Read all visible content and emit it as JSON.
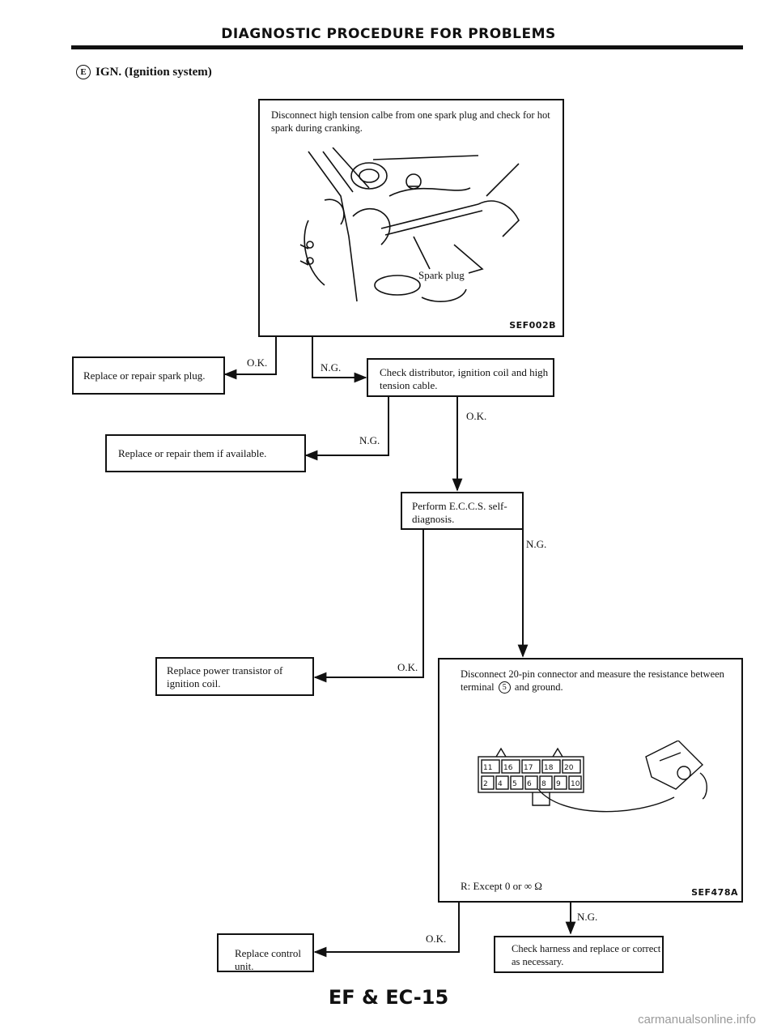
{
  "header": {
    "title": "DIAGNOSTIC PROCEDURE FOR PROBLEMS"
  },
  "section": {
    "marker": "E",
    "title": "IGN. (Ignition system)"
  },
  "step1": {
    "text": "Disconnect high tension calbe from one spark plug and check for hot spark during cranking.",
    "figure_label": "Spark plug",
    "figure_code": "SEF002B"
  },
  "replace_spark_plug": {
    "text": "Replace or repair spark plug."
  },
  "check_distributor": {
    "text": "Check distributor, ignition coil and high tension cable."
  },
  "replace_them": {
    "text": "Replace or repair them if available."
  },
  "perform_eccs": {
    "text": "Perform E.C.C.S. self-diagnosis."
  },
  "replace_power_transistor": {
    "text": "Replace power transistor of ignition coil."
  },
  "disconnect_connector": {
    "text_before": "Disconnect 20-pin connector and measure the resistance between terminal",
    "terminal": "5",
    "text_after": "and ground.",
    "pins_top": [
      "11",
      "16",
      "17",
      "18",
      "20"
    ],
    "pins_bottom": [
      "2",
      "4",
      "5",
      "6",
      "8",
      "9",
      "10"
    ],
    "resistance": "R: Except 0 or ∞ Ω",
    "figure_code": "SEF478A"
  },
  "replace_control_unit": {
    "text": "Replace control unit."
  },
  "check_harness": {
    "text": "Check harness and replace or correct as necessary."
  },
  "flow_labels": {
    "ok1": "O.K.",
    "ng1": "N.G.",
    "ng2": "N.G.",
    "ok2": "O.K.",
    "ng3": "N.G.",
    "ok3": "O.K.",
    "ng4": "N.G.",
    "ok4": "O.K."
  },
  "footer": {
    "page": "EF & EC-15"
  },
  "watermark": "carmanualsonline.info"
}
